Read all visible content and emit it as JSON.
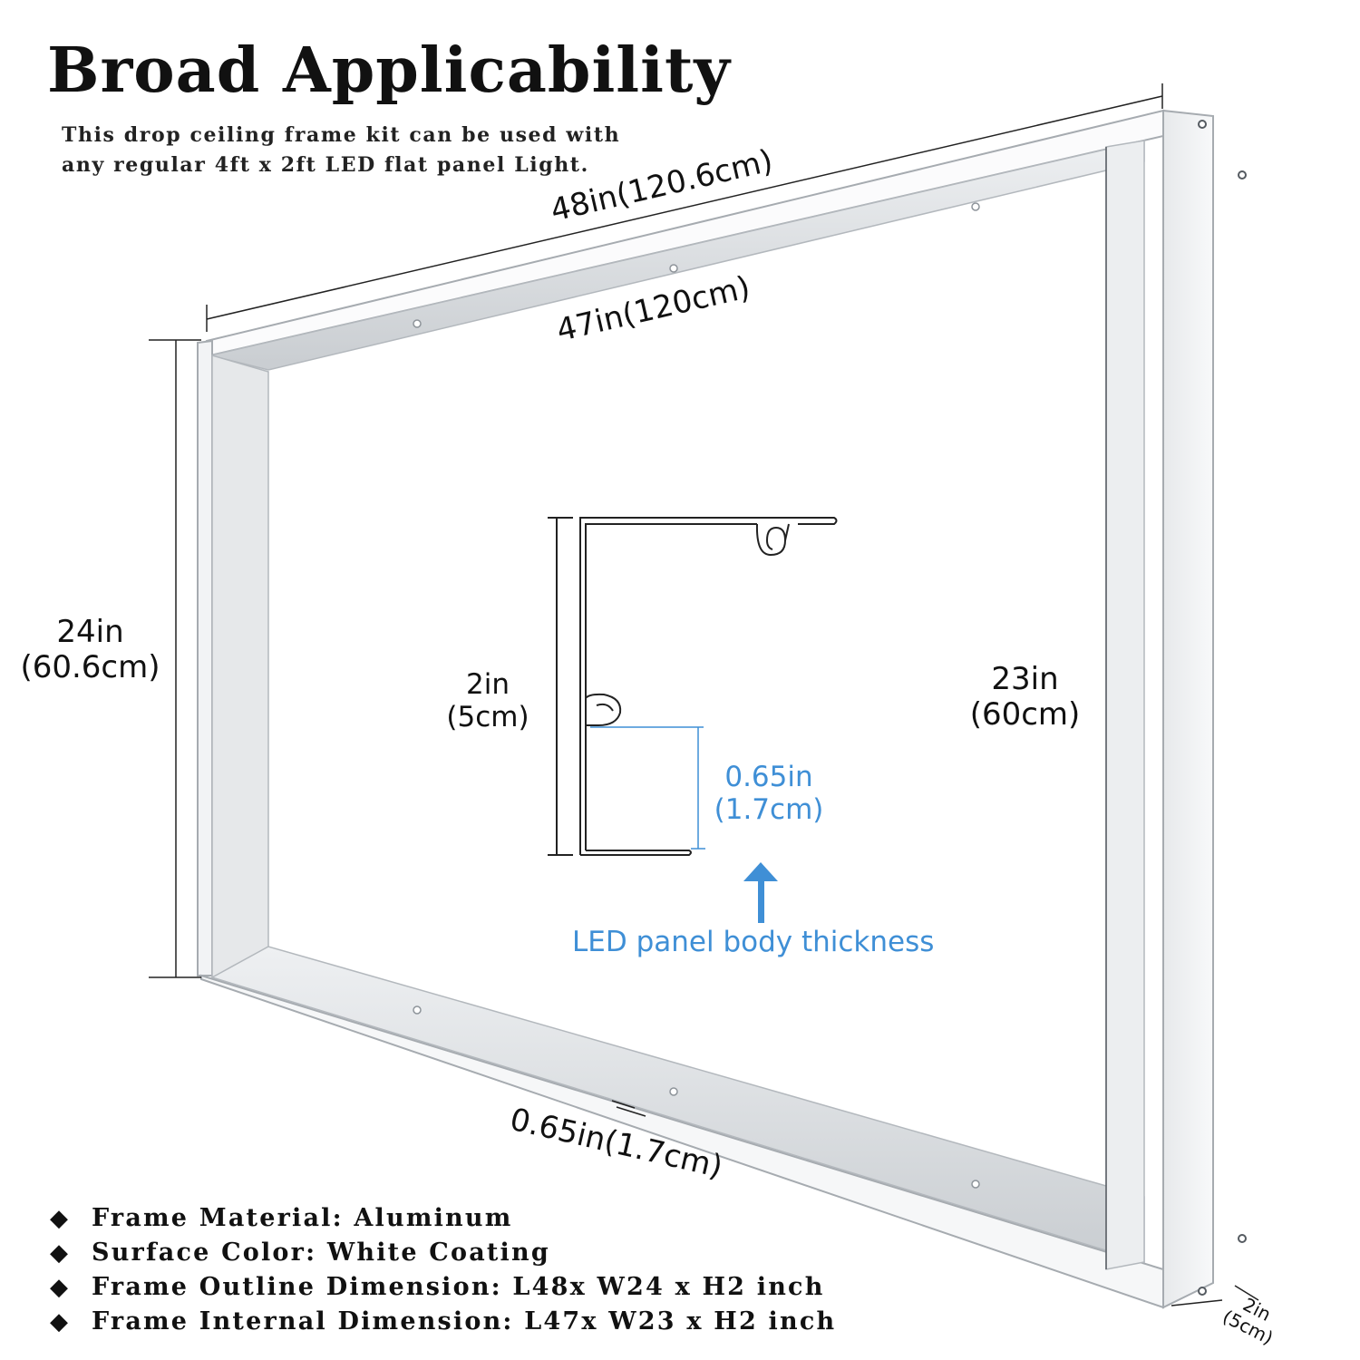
{
  "header": {
    "title": "Broad Applicability",
    "description_line1": "This drop ceiling frame kit can be used with",
    "description_line2": "any regular 4ft x 2ft LED flat panel Light."
  },
  "dimensions": {
    "outer_length": "48in(120.6cm)",
    "inner_length": "47in(120cm)",
    "outer_width_in": "24in",
    "outer_width_cm": "(60.6cm)",
    "inner_width_in": "23in",
    "inner_width_cm": "(60cm)",
    "height_in": "2in",
    "height_cm": "(5cm)",
    "lip_width": "0.65in(1.7cm)",
    "corner_height_in": "2in",
    "corner_height_cm": "(5cm)"
  },
  "profile": {
    "thickness_in": "0.65in",
    "thickness_cm": "(1.7cm)",
    "arrow_label": "LED panel body thickness"
  },
  "specs": {
    "bullet": "◆",
    "items": [
      "Frame Material: Aluminum",
      "Surface Color: White Coating",
      "Frame Outline Dimension: L48x W24 x H2 inch",
      "Frame Internal Dimension: L47x W23 x H2 inch"
    ]
  },
  "colors": {
    "frame_fill": "#f4f5f6",
    "frame_edge": "#9aa0a6",
    "inner_shadow": "#d9dcdf",
    "profile_line": "#222222",
    "accent_blue": "#3f8fd6",
    "text": "#111111"
  }
}
